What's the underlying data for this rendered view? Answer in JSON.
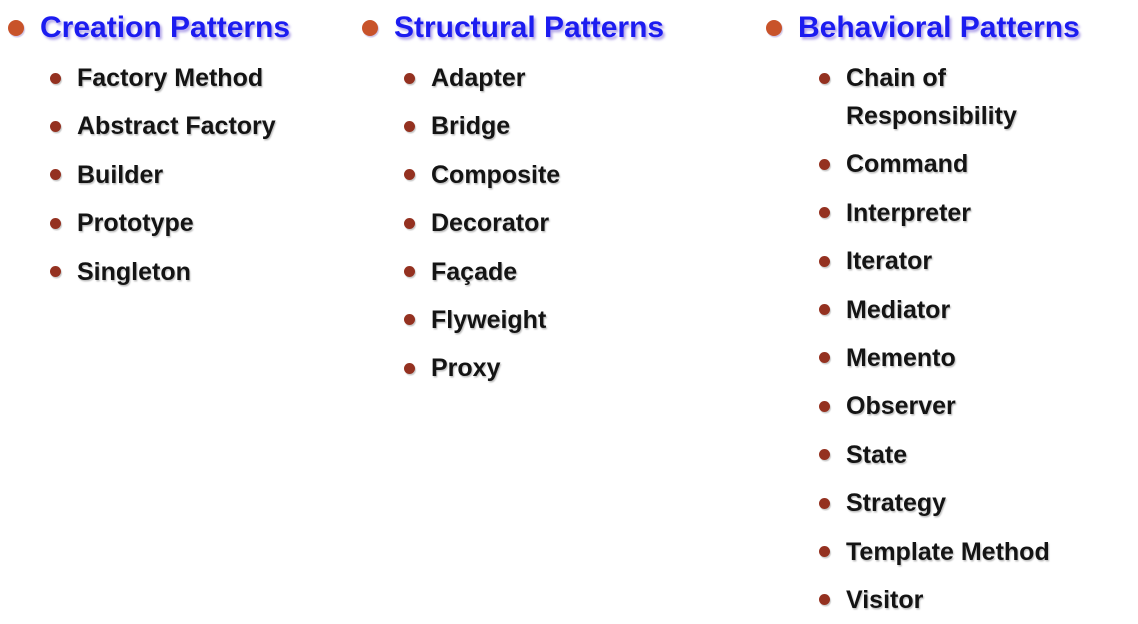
{
  "colors": {
    "heading_text": "#1c1cf0",
    "top_bullet": "#c8532a",
    "sub_bullet": "#943120",
    "item_text": "#141414",
    "background": "#ffffff"
  },
  "columns": [
    {
      "title": "Creation Patterns",
      "items": [
        "Factory Method",
        "Abstract Factory",
        "Builder",
        "Prototype",
        "Singleton"
      ]
    },
    {
      "title": "Structural Patterns",
      "items": [
        "Adapter",
        "Bridge",
        "Composite",
        "Decorator",
        "Façade",
        "Flyweight",
        "Proxy"
      ]
    },
    {
      "title": "Behavioral Patterns",
      "items": [
        "Chain of Responsibility",
        "Command",
        "Interpreter",
        "Iterator",
        "Mediator",
        "Memento",
        "Observer",
        "State",
        "Strategy",
        "Template Method",
        "Visitor"
      ]
    }
  ]
}
